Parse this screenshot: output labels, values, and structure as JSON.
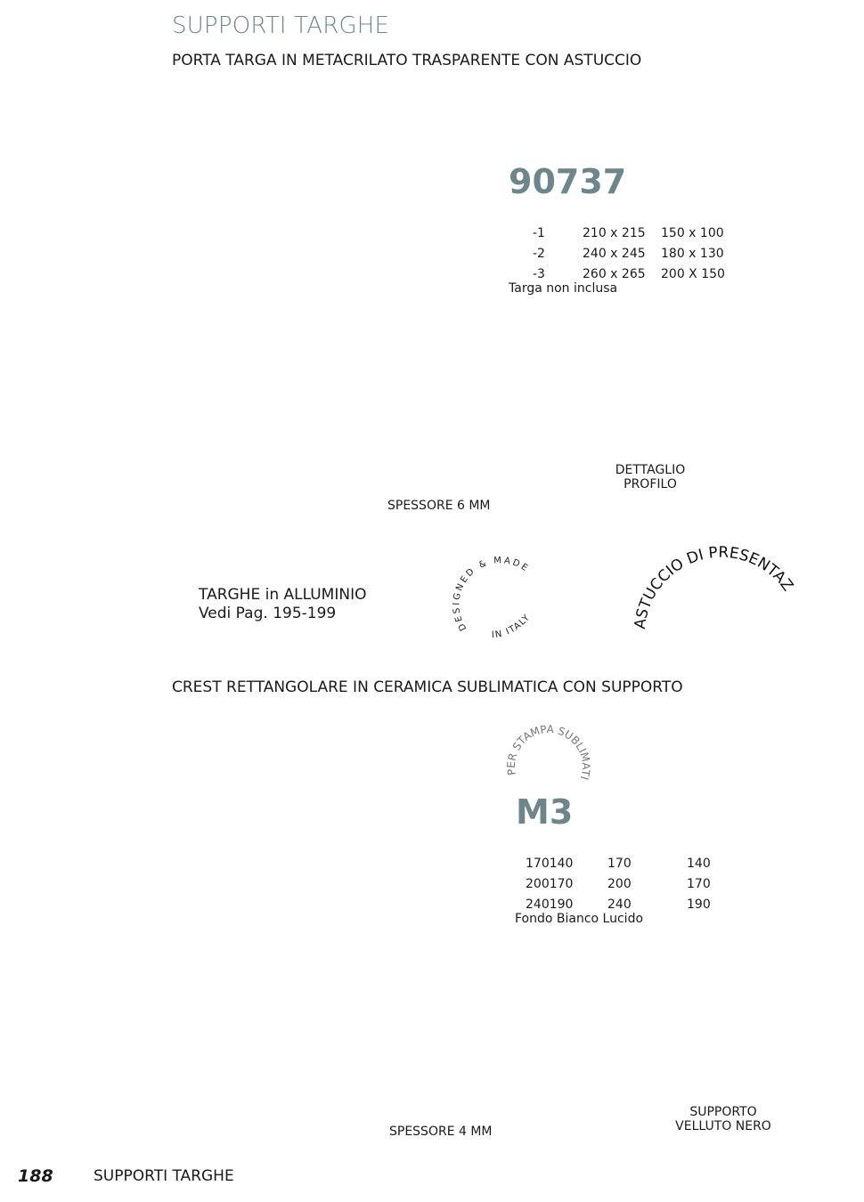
{
  "header": {
    "title": "SUPPORTI TARGHE",
    "subtitle": "PORTA TARGA IN METACRILATO TRASPARENTE CON ASTUCCIO"
  },
  "product1": {
    "code": "90737",
    "rows": [
      [
        "-1",
        "210 x 215",
        "150 x 100"
      ],
      [
        "-2",
        "240 x 245",
        "180 x 130"
      ],
      [
        "-3",
        "260 x 265",
        "200 X 150"
      ]
    ],
    "note": "Targa non inclusa",
    "detail_label_1": "DETTAGLIO",
    "detail_label_2": "PROFILO",
    "thickness": "SPESSORE 6 MM",
    "case_arc": "ASTUCCIO DI PRESENTAZIONE",
    "badge_top": "DESIGNED & MADE",
    "badge_bottom": "IN ITALY"
  },
  "aluminium_ref": {
    "line1": "TARGHE  in ALLUMINIO",
    "line2": "Vedi Pag. 195-199"
  },
  "section2": {
    "heading": "CREST RETTANGOLARE IN CERAMICA SUBLIMATICA CON SUPPORTO"
  },
  "product2": {
    "arc": "PER STAMPA SUBLIMATICA",
    "code": "M3",
    "rows": [
      [
        "170140",
        "170",
        "140"
      ],
      [
        "200170",
        "200",
        "170"
      ],
      [
        "240190",
        "240",
        "190"
      ]
    ],
    "note": "Fondo Bianco Lucido",
    "thickness": "SPESSORE 4 MM",
    "support_1": "SUPPORTO",
    "support_2": "VELLUTO NERO"
  },
  "footer": {
    "page_number": "188",
    "section": "SUPPORTI TARGHE"
  },
  "colors": {
    "accent": "#6e858c"
  }
}
